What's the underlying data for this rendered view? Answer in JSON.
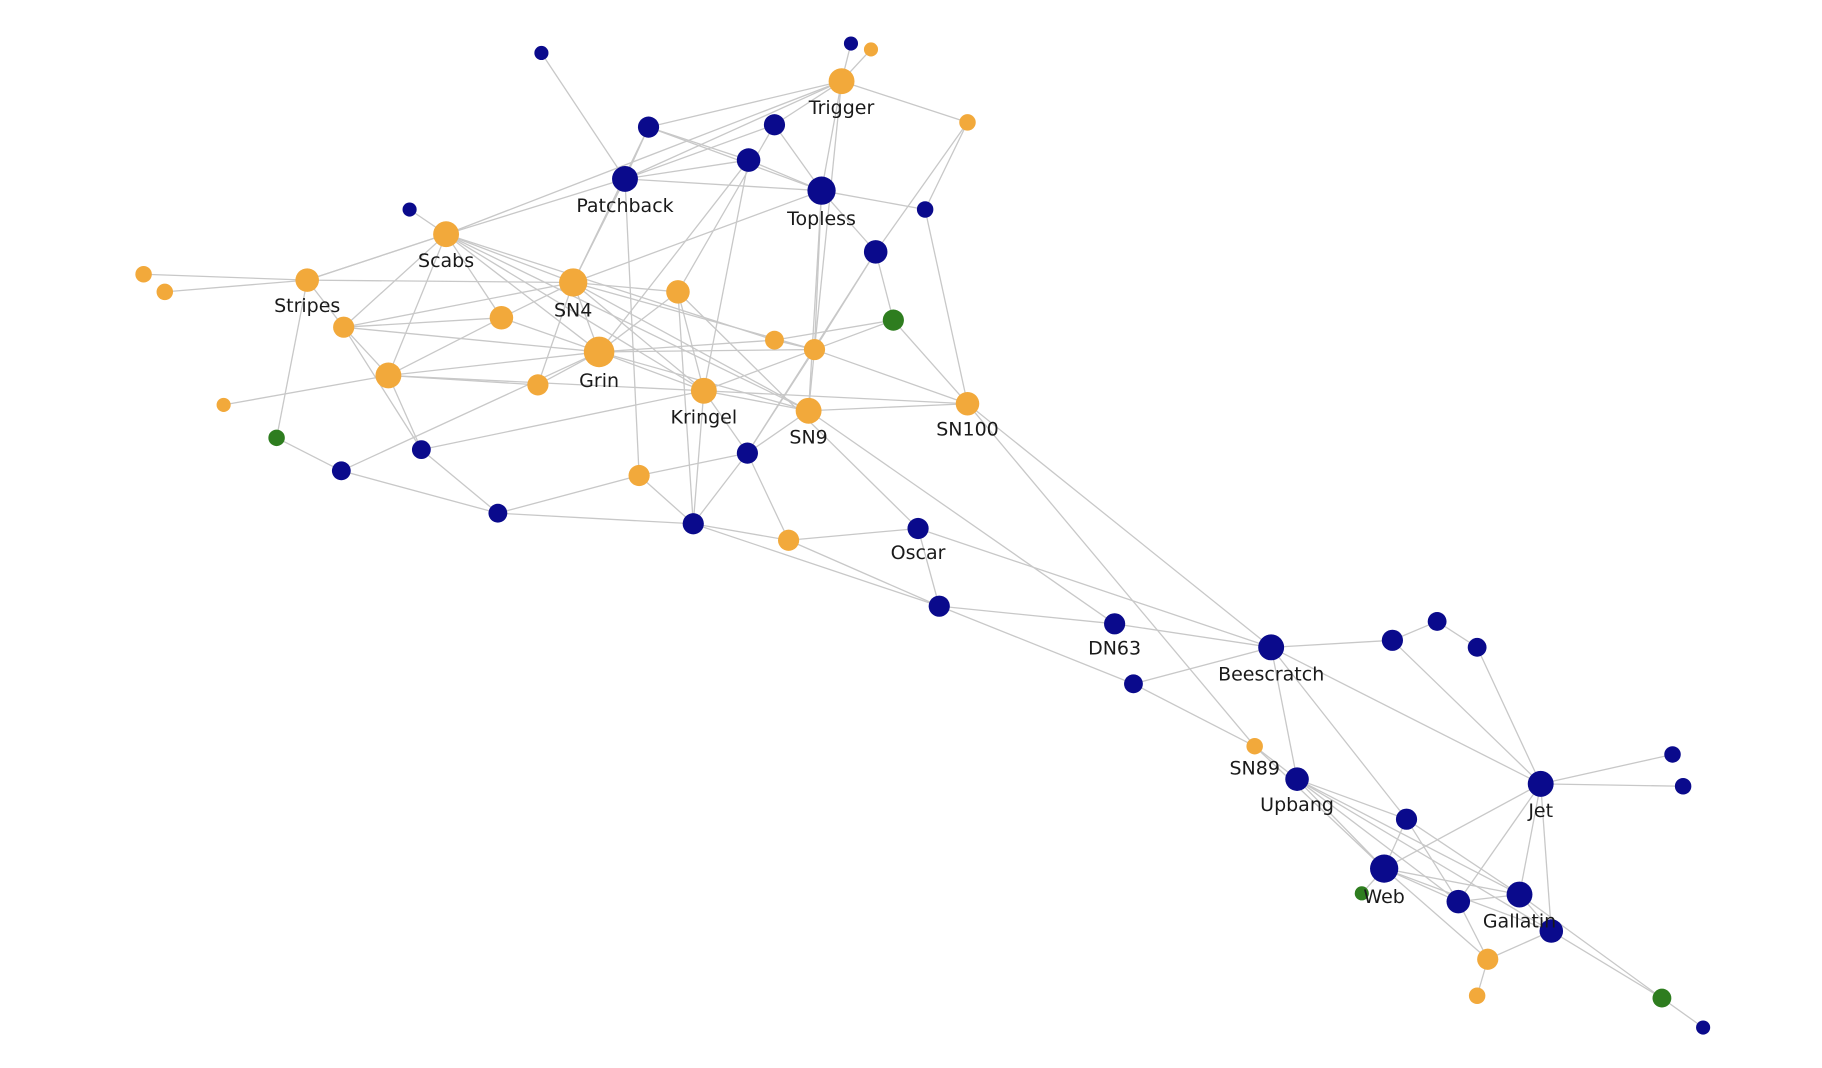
{
  "colors": {
    "blue": "#0a0a8c",
    "orange": "#f2a93b",
    "green": "#2e7d1f",
    "edge": "#c8c8c8",
    "label": "#1a1a1a"
  },
  "labels": {
    "trigger": "Trigger",
    "patchback": "Patchback",
    "topless": "Topless",
    "scabs": "Scabs",
    "stripes": "Stripes",
    "sn4": "SN4",
    "grin": "Grin",
    "kringel": "Kringel",
    "sn9": "SN9",
    "sn100": "SN100",
    "oscar": "Oscar",
    "dn63": "DN63",
    "beescratch": "Beescratch",
    "sn89": "SN89",
    "upbang": "Upbang",
    "jet": "Jet",
    "web": "Web",
    "gallatin": "Gallatin"
  }
}
